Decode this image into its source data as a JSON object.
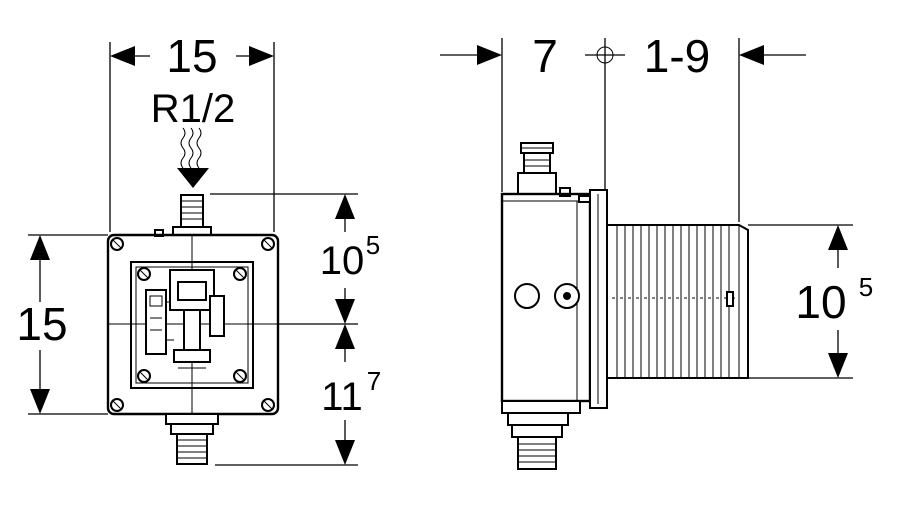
{
  "front_view": {
    "top_width": "15",
    "thread_size": "R1/2",
    "left_height": "15",
    "upper_right_main": "10",
    "upper_right_sup": "5",
    "lower_right_main": "11",
    "lower_right_sup": "7"
  },
  "side_view": {
    "depth": "7",
    "adjust_range": "1-9",
    "right_height_main": "10",
    "right_height_sup": "5"
  }
}
